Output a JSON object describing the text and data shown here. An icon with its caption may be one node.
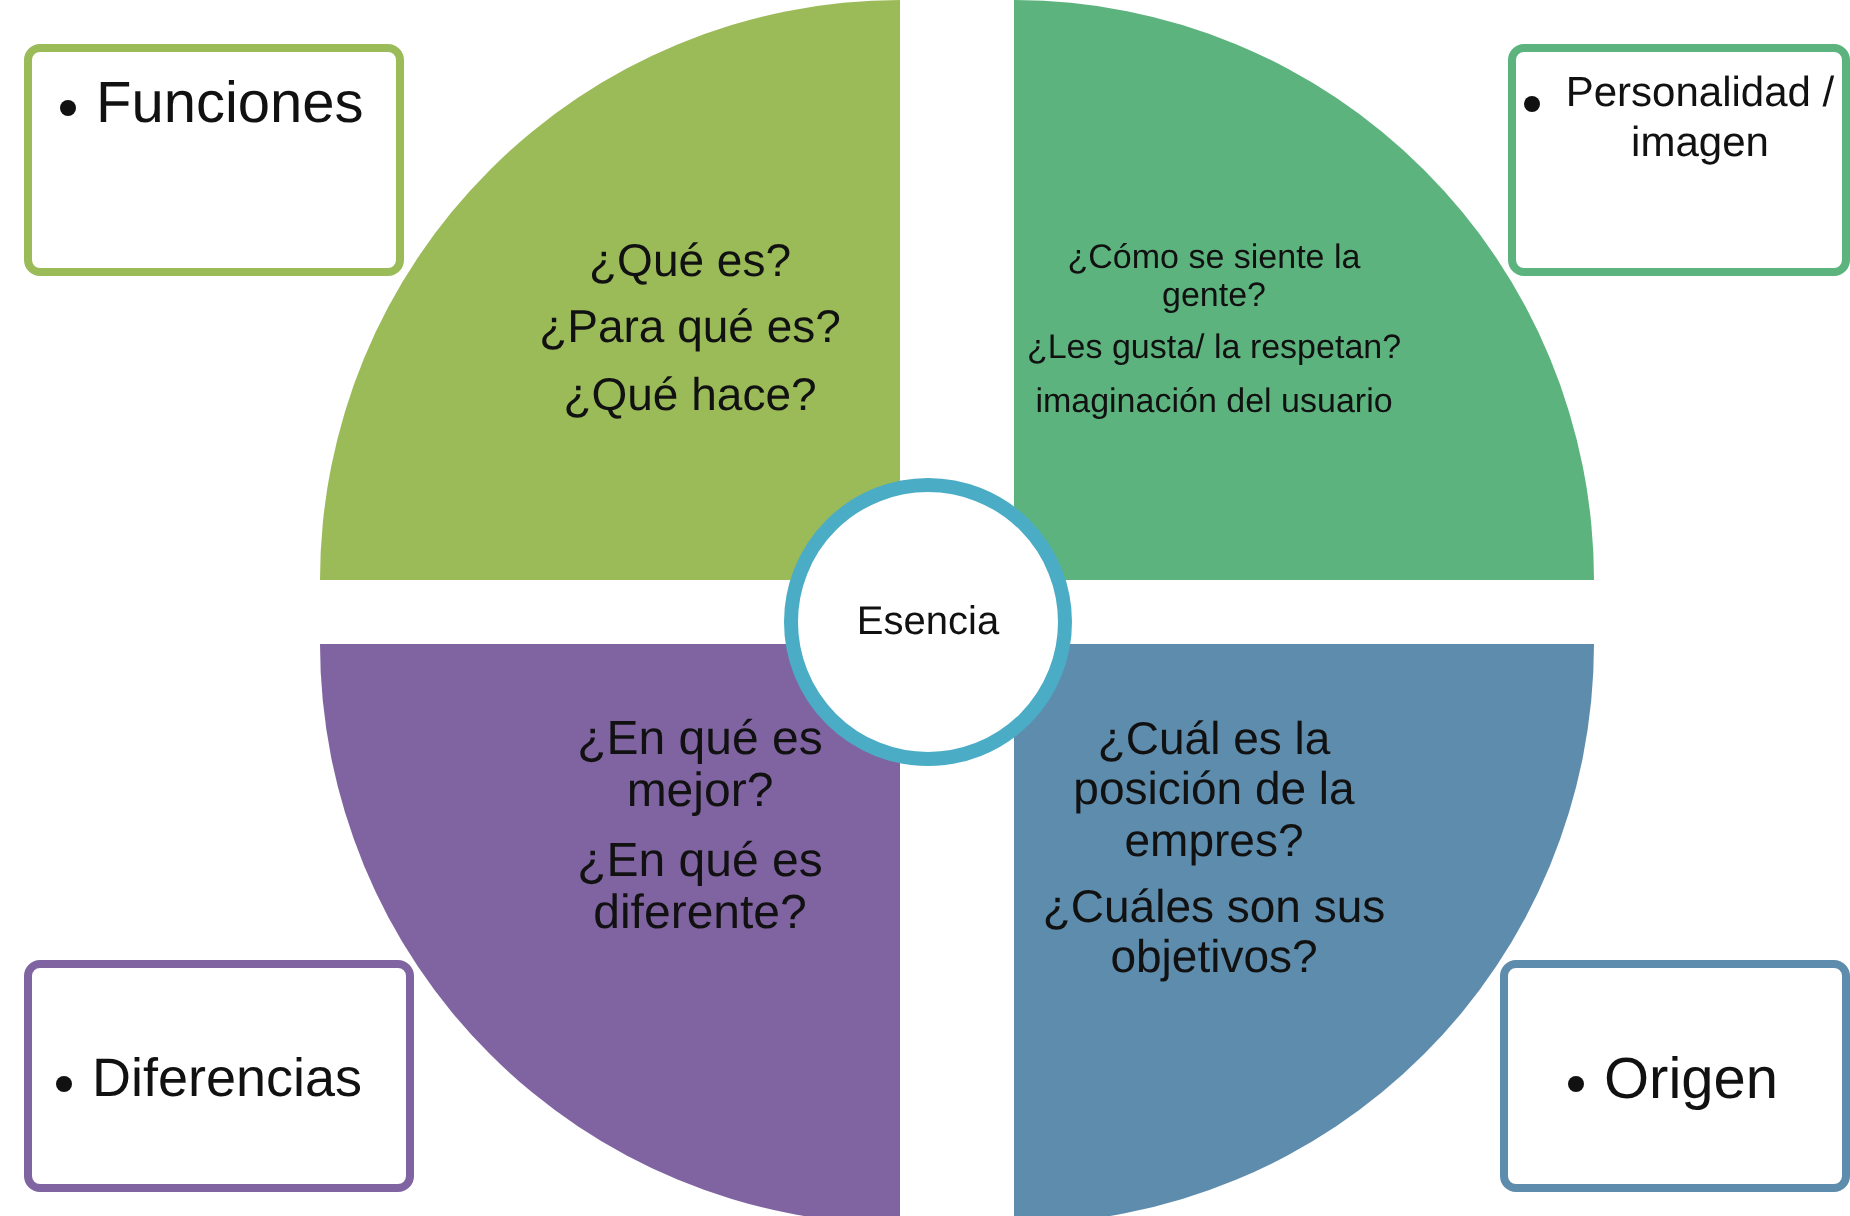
{
  "diagram": {
    "nodes": [
      {
        "text": [
          "Funciones"
        ]
      },
      {
        "text": [
          "Personalidad / imagen"
        ]
      },
      {
        "text": [
          "¿Qué es?",
          "¿Para qué es?",
          "¿Qué hace?"
        ]
      },
      {
        "text": [
          "¿Cómo se siente la gente?",
          "¿Les gusta/ la respetan?",
          "imaginación del usuario"
        ]
      },
      {
        "text": [
          "Esencia"
        ]
      },
      {
        "text": [
          "¿En qué es mejor?",
          "¿En qué es diferente?"
        ]
      },
      {
        "text": [
          "¿Cuál es la posición de la empres?",
          "¿Cuáles son sus objetivos?"
        ]
      },
      {
        "text": [
          "Diferencias"
        ]
      },
      {
        "text": [
          "Origen"
        ]
      }
    ]
  }
}
